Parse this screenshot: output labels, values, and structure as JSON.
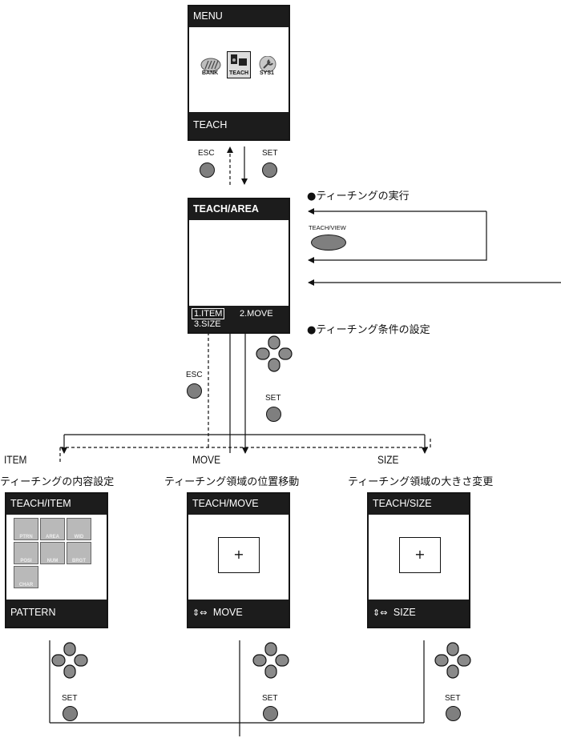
{
  "menu_screen": {
    "title": "MENU",
    "icons": [
      {
        "label": "BANK",
        "icon": "bank-icon"
      },
      {
        "label": "TEACH",
        "icon": "teach-icon"
      },
      {
        "label": "SYS1",
        "icon": "system-icon"
      }
    ],
    "footer": "TEACH"
  },
  "buttons": {
    "esc": "ESC",
    "set": "SET",
    "teach_view": "TEACH/VIEW"
  },
  "teach_area_screen": {
    "title": "TEACH/AREA",
    "menu_items": [
      "1.ITEM",
      "2.MOVE",
      "3.SIZE"
    ]
  },
  "notes": {
    "execute": "●ティーチングの実行",
    "settings": "●ティーチング条件の設定"
  },
  "branches": [
    {
      "heading": "ITEM",
      "caption": "ティーチングの内容設定",
      "screen_title": "TEACH/ITEM",
      "footer": "PATTERN",
      "items": [
        "PTRN",
        "AREA",
        "WID",
        "POSI",
        "NUM",
        "BRGT",
        "CHAR"
      ]
    },
    {
      "heading": "MOVE",
      "caption": "ティーチング領域の位置移動",
      "screen_title": "TEACH/MOVE",
      "symbol": "+",
      "footer_icon": "⇕⇔",
      "footer": "MOVE"
    },
    {
      "heading": "SIZE",
      "caption": "ティーチング領域の大きさ変更",
      "screen_title": "TEACH/SIZE",
      "symbol": "+",
      "footer_icon": "⇕⇔",
      "footer": "SIZE"
    }
  ]
}
